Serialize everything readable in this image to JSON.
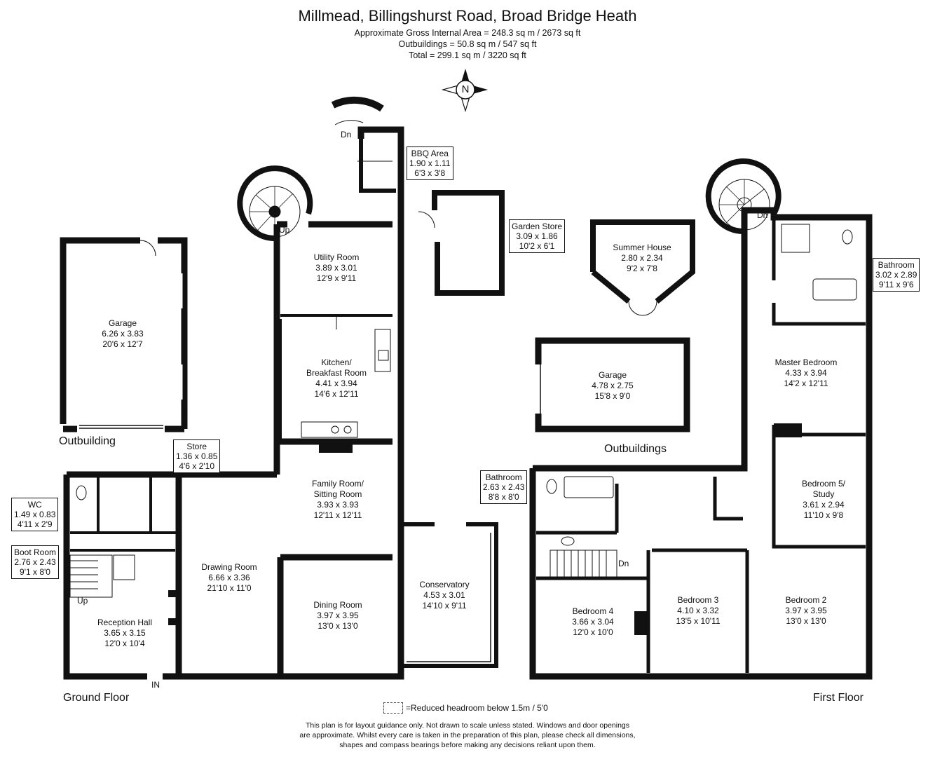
{
  "header": {
    "title": "Millmead, Billingshurst Road, Broad Bridge Heath",
    "gross_area": "Approximate Gross Internal Area = 248.3 sq m / 2673 sq ft",
    "outbuildings_area": "Outbuildings = 50.8 sq m / 547 sq ft",
    "total_area": "Total = 299.1 sq m / 3220 sq ft"
  },
  "compass": {
    "letter": "N",
    "icon": "compass-icon"
  },
  "sections": {
    "outbuilding": "Outbuilding",
    "outbuildings": "Outbuildings",
    "ground_floor": "Ground Floor",
    "first_floor": "First Floor"
  },
  "rooms": {
    "garage_left": {
      "name": "Garage",
      "metric": "6.26 x 3.83",
      "imperial": "20'6 x 12'7"
    },
    "utility": {
      "name": "Utility Room",
      "metric": "3.89 x 3.01",
      "imperial": "12'9 x 9'11"
    },
    "kitchen": {
      "name1": "Kitchen/",
      "name2": "Breakfast Room",
      "metric": "4.41 x 3.94",
      "imperial": "14'6 x 12'11"
    },
    "family": {
      "name1": "Family Room/",
      "name2": "Sitting Room",
      "metric": "3.93 x 3.93",
      "imperial": "12'11 x 12'11"
    },
    "drawing": {
      "name": "Drawing Room",
      "metric": "6.66 x 3.36",
      "imperial": "21'10 x 11'0"
    },
    "dining": {
      "name": "Dining Room",
      "metric": "3.97 x 3.95",
      "imperial": "13'0 x 13'0"
    },
    "conservatory": {
      "name": "Conservatory",
      "metric": "4.53 x 3.01",
      "imperial": "14'10 x 9'11"
    },
    "reception": {
      "name": "Reception Hall",
      "metric": "3.65 x 3.15",
      "imperial": "12'0 x 10'4"
    },
    "summer_house": {
      "name": "Summer House",
      "metric": "2.80 x 2.34",
      "imperial": "9'2 x 7'8"
    },
    "garage_right": {
      "name": "Garage",
      "metric": "4.78 x 2.75",
      "imperial": "15'8 x 9'0"
    },
    "master": {
      "name": "Master Bedroom",
      "metric": "4.33 x 3.94",
      "imperial": "14'2 x 12'11"
    },
    "bedroom5": {
      "name1": "Bedroom 5/",
      "name2": "Study",
      "metric": "3.61 x 2.94",
      "imperial": "11'10 x 9'8"
    },
    "bedroom4": {
      "name": "Bedroom 4",
      "metric": "3.66 x 3.04",
      "imperial": "12'0 x 10'0"
    },
    "bedroom3": {
      "name": "Bedroom 3",
      "metric": "4.10 x 3.32",
      "imperial": "13'5 x 10'11"
    },
    "bedroom2": {
      "name": "Bedroom 2",
      "metric": "3.97 x 3.95",
      "imperial": "13'0 x 13'0"
    }
  },
  "callouts": {
    "bbq": {
      "name": "BBQ Area",
      "metric": "1.90 x 1.11",
      "imperial": "6'3 x 3'8"
    },
    "garden_store": {
      "name": "Garden Store",
      "metric": "3.09 x 1.86",
      "imperial": "10'2 x 6'1"
    },
    "store": {
      "name": "Store",
      "metric": "1.36 x 0.85",
      "imperial": "4'6 x 2'10"
    },
    "wc": {
      "name": "WC",
      "metric": "1.49 x 0.83",
      "imperial": "4'11 x 2'9"
    },
    "boot_room": {
      "name": "Boot Room",
      "metric": "2.76 x 2.43",
      "imperial": "9'1 x 8'0"
    },
    "bathroom_first": {
      "name": "Bathroom",
      "metric": "2.63 x 2.43",
      "imperial": "8'8 x 8'0"
    },
    "bathroom_ensuite": {
      "name": "Bathroom",
      "metric": "3.02 x 2.89",
      "imperial": "9'11 x 9'6"
    }
  },
  "tags": {
    "dn": "Dn",
    "up": "Up",
    "in": "IN"
  },
  "legend": {
    "text": "=Reduced headroom below 1.5m / 5'0"
  },
  "disclaimer": {
    "line1": "This plan is for layout guidance only. Not drawn to scale unless stated. Windows and door openings",
    "line2": "are approximate. Whilst every care is taken in the preparation of this plan, please check all dimensions,",
    "line3": "shapes and compass bearings before making any decisions reliant upon them."
  }
}
